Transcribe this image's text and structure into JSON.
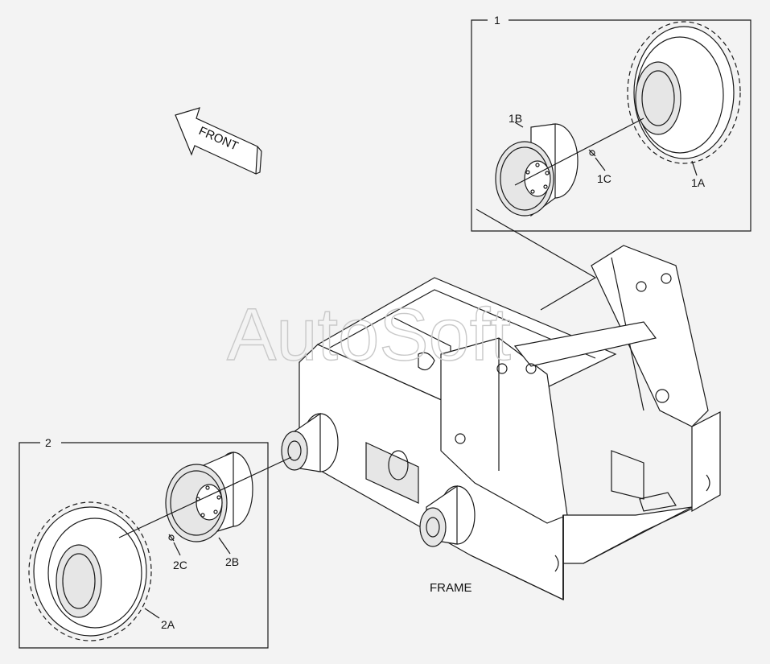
{
  "watermark": "AutoSoft",
  "front_label": "FRONT",
  "frame_label": "FRAME",
  "group1": {
    "number": "1",
    "tire_label": "1A",
    "rim_label": "1B",
    "valve_label": "1C"
  },
  "group2": {
    "number": "2",
    "tire_label": "2A",
    "rim_label": "2B",
    "valve_label": "2C"
  },
  "colors": {
    "background": "#f3f3f3",
    "line": "#1a1a1a",
    "watermark": "#c9c9c9"
  }
}
